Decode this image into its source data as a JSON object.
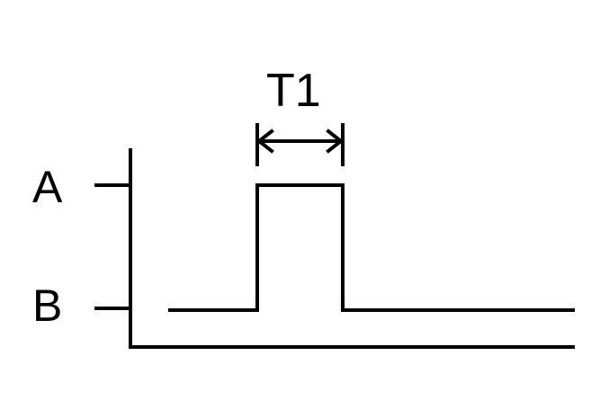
{
  "diagram": {
    "labels": {
      "level_high": "A",
      "level_low": "B",
      "pulse_width": "T1"
    },
    "colors": {
      "ink": "#000000",
      "background": "#ffffff"
    }
  }
}
